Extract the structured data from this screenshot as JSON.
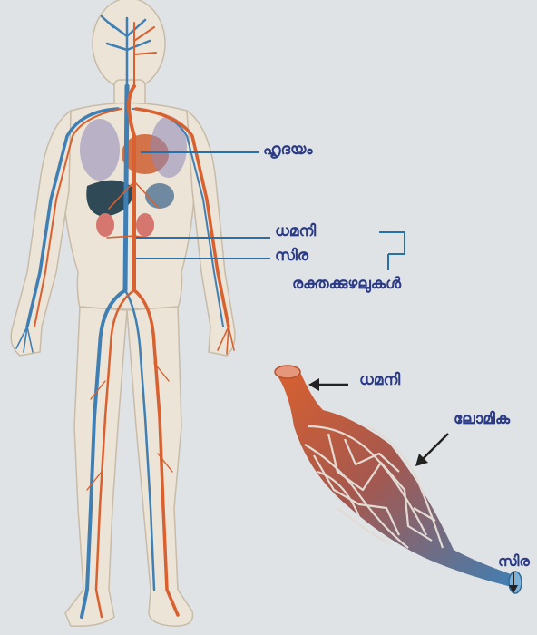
{
  "labels": {
    "heart": "ഹൃദയം",
    "artery": "ധമനി",
    "vein": "സിര",
    "blood_vessels": "രക്തക്കുഴലുകൾ",
    "artery_detail": "ധമനി",
    "capillary": "ലോമിക",
    "vein_detail": "സിര"
  },
  "colors": {
    "background": "#dfe3e6",
    "artery": "#d9602f",
    "vein": "#3f7fb4",
    "label_text": "#2b3a86",
    "leader_line": "#2a70a8",
    "body_skin": "#ece4d6"
  }
}
